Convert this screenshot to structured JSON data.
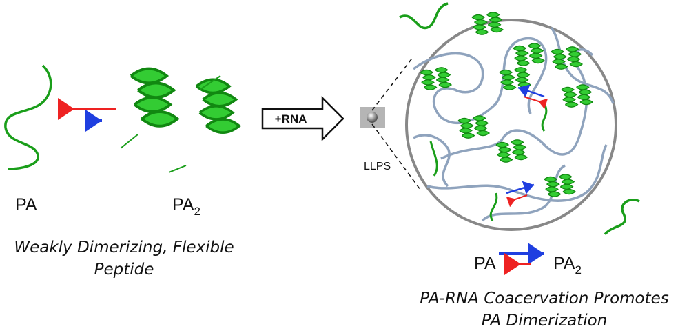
{
  "left": {
    "monomer_label": "PA",
    "dimer_label_base": "PA",
    "dimer_label_sub": "2",
    "caption_line1": "Weakly Dimerizing, Flexible",
    "caption_line2": "Peptide"
  },
  "middle": {
    "arrow_label": "+RNA",
    "droplet_label": "LLPS"
  },
  "right": {
    "monomer_label": "PA",
    "dimer_label_base": "PA",
    "dimer_label_sub": "2",
    "caption_line1": "PA-RNA Coacervation Promotes",
    "caption_line2": "PA Dimerization"
  },
  "colors": {
    "peptide": "#1a9e1a",
    "helix": "#33cc33",
    "rna": "#8fa3bd",
    "forward_arrow": "#1f3fe0",
    "reverse_arrow": "#ee2222",
    "droplet_border": "#888888"
  }
}
